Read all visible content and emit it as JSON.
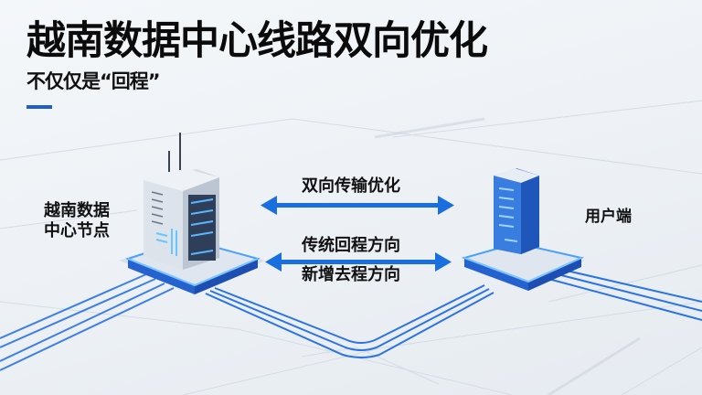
{
  "header": {
    "title": "越南数据中心线路双向优化",
    "subtitle": "不仅仅是“回程”",
    "accent_color": "#1e5fc8"
  },
  "nodes": {
    "left": {
      "label_line1": "越南数据",
      "label_line2": "中心节点",
      "icon": "data-center-server-icon"
    },
    "right": {
      "label": "用户端",
      "icon": "user-server-icon"
    }
  },
  "arrows": {
    "top": {
      "label": "双向传输优化",
      "icon": "double-arrow-icon"
    },
    "bottom": {
      "label_upper": "传统回程方向",
      "label_lower": "新增去程方向",
      "icon": "double-arrow-icon"
    },
    "color": "#1a6fe0"
  },
  "colors": {
    "background": "#eef2f6",
    "circuit_blue": "#2a73e6",
    "server_blue": "#2f6fd6"
  }
}
